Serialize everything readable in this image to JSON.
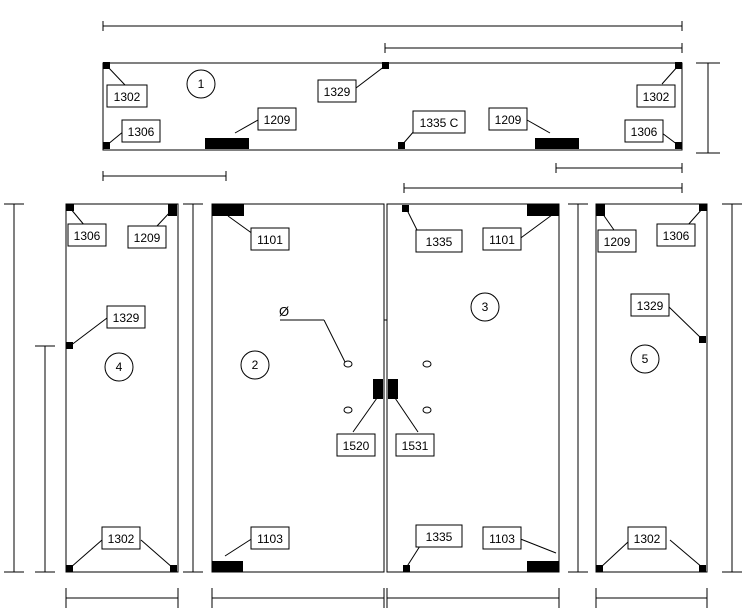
{
  "panels": [
    {
      "number": "1",
      "labels": [
        "1302",
        "1306",
        "1329",
        "1209",
        "1335 C",
        "1209",
        "1302",
        "1306"
      ]
    },
    {
      "number": "2",
      "labels": [
        "1101",
        "1103",
        "1520"
      ]
    },
    {
      "number": "3",
      "labels": [
        "1335",
        "1101",
        "1531",
        "1335",
        "1103"
      ]
    },
    {
      "number": "4",
      "labels": [
        "1306",
        "1209",
        "1329",
        "1302"
      ]
    },
    {
      "number": "5",
      "labels": [
        "1209",
        "1306",
        "1329",
        "1302"
      ]
    }
  ],
  "diameter_symbol": "Ø",
  "fitting_color": "#000000"
}
